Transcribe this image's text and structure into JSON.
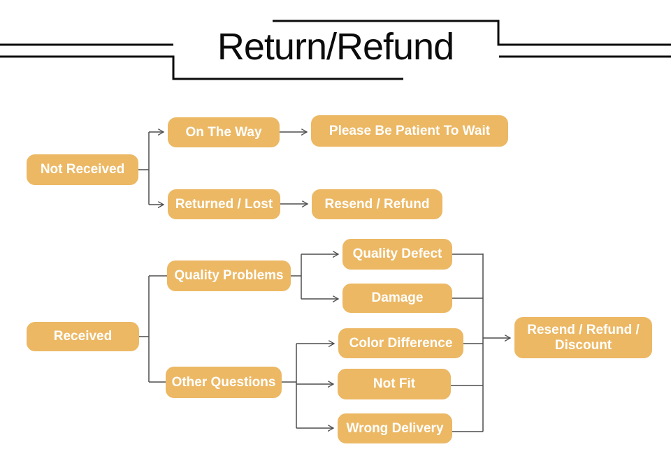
{
  "title": "Return/Refund",
  "colors": {
    "node_fill": "#ECB864",
    "node_text": "#FFFFFF",
    "line": "#4D4D4D",
    "title_text": "#0B0B0B",
    "background": "#FFFFFF"
  },
  "flowchart": {
    "type": "flowchart",
    "nodes": {
      "not_received": {
        "label": "Not Received"
      },
      "on_the_way": {
        "label": "On The Way"
      },
      "returned_lost": {
        "label": "Returned / Lost"
      },
      "please_wait": {
        "label": "Please Be Patient To Wait"
      },
      "resend_refund": {
        "label": "Resend / Refund"
      },
      "received": {
        "label": "Received"
      },
      "quality_problems": {
        "label": "Quality Problems"
      },
      "other_questions": {
        "label": "Other Questions"
      },
      "quality_defect": {
        "label": "Quality Defect"
      },
      "damage": {
        "label": "Damage"
      },
      "color_difference": {
        "label": "Color Difference"
      },
      "not_fit": {
        "label": "Not Fit"
      },
      "wrong_delivery": {
        "label": "Wrong Delivery"
      },
      "resend_refund_discount": {
        "label": "Resend / Refund / Discount"
      }
    },
    "edges": [
      {
        "from": "not_received",
        "to": "on_the_way",
        "arrow": true
      },
      {
        "from": "not_received",
        "to": "returned_lost",
        "arrow": true
      },
      {
        "from": "on_the_way",
        "to": "please_wait",
        "arrow": true
      },
      {
        "from": "returned_lost",
        "to": "resend_refund",
        "arrow": true
      },
      {
        "from": "received",
        "to": "quality_problems",
        "arrow": false
      },
      {
        "from": "received",
        "to": "other_questions",
        "arrow": false
      },
      {
        "from": "quality_problems",
        "to": "quality_defect",
        "arrow": true
      },
      {
        "from": "quality_problems",
        "to": "damage",
        "arrow": true
      },
      {
        "from": "other_questions",
        "to": "color_difference",
        "arrow": true
      },
      {
        "from": "other_questions",
        "to": "not_fit",
        "arrow": true
      },
      {
        "from": "other_questions",
        "to": "wrong_delivery",
        "arrow": true
      },
      {
        "from": "quality_defect",
        "to": "resend_refund_discount",
        "arrow": true
      },
      {
        "from": "damage",
        "to": "resend_refund_discount",
        "arrow": true
      },
      {
        "from": "color_difference",
        "to": "resend_refund_discount",
        "arrow": true
      },
      {
        "from": "not_fit",
        "to": "resend_refund_discount",
        "arrow": true
      },
      {
        "from": "wrong_delivery",
        "to": "resend_refund_discount",
        "arrow": true
      }
    ]
  }
}
